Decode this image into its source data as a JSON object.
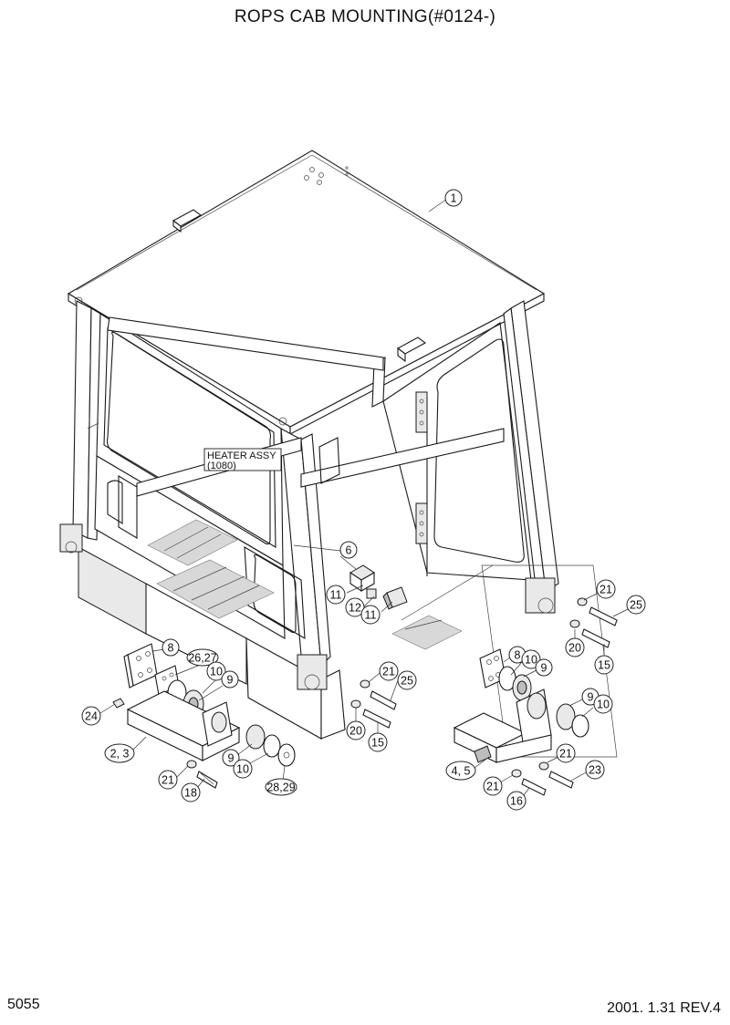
{
  "title": "ROPS CAB MOUNTING(#0124-)",
  "page_number": "5055",
  "revision": "2001. 1.31 REV.4",
  "heater_box": {
    "line1": "HEATER ASSY",
    "line2": "(1080)"
  },
  "callouts": {
    "c1": "1",
    "c6": "6",
    "c11a": "11",
    "c11b": "11",
    "c12": "12",
    "c21a": "21",
    "c25a": "25",
    "c20a": "20",
    "c15a": "15",
    "c8a": "8",
    "c2627": "26,27",
    "c10a": "10",
    "c9a": "9",
    "c24": "24",
    "c23a": "2, 3",
    "c21b": "21",
    "c18": "18",
    "c9b": "9",
    "c10b": "10",
    "c2829": "28,29",
    "c21c": "21",
    "c25b": "25",
    "c20b": "20",
    "c15b": "15",
    "c8b": "8",
    "c10c": "10",
    "c9c": "9",
    "c9d": "9",
    "c10d": "10",
    "c45": "4, 5",
    "c21d": "21",
    "c21e": "21",
    "c23": "23",
    "c16": "16"
  }
}
